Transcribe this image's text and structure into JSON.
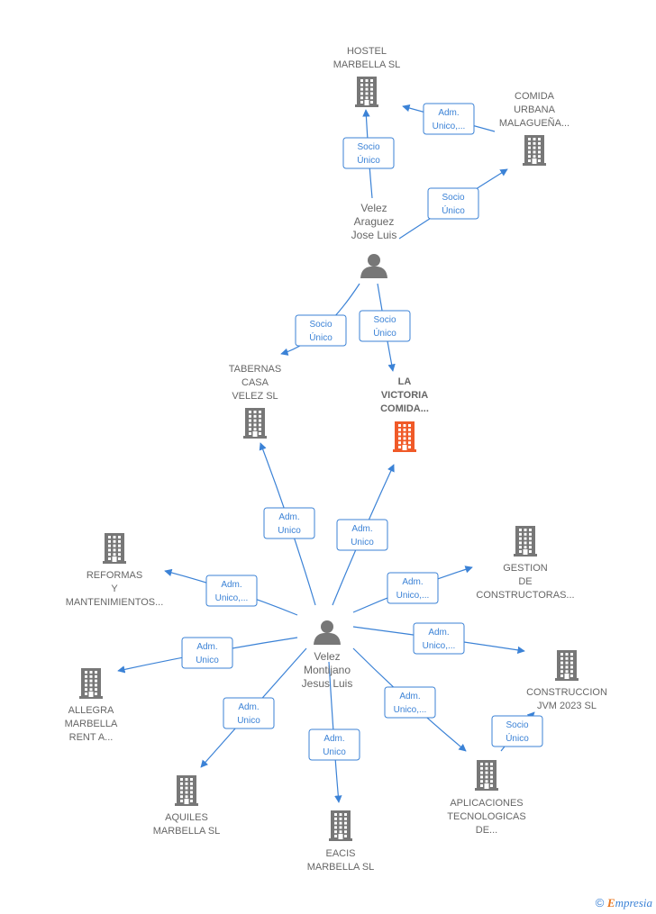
{
  "colors": {
    "company": "#777777",
    "highlight": "#f05a28",
    "person": "#777777",
    "edge": "#3b82d6"
  },
  "nodes": [
    {
      "id": "hostel",
      "kind": "company",
      "label": [
        "HOSTEL",
        "MARBELLA SL"
      ]
    },
    {
      "id": "comida_urbana",
      "kind": "company",
      "label": [
        "COMIDA",
        "URBANA",
        "MALAGUEÑA..."
      ]
    },
    {
      "id": "velez_araguez",
      "kind": "person",
      "label": [
        "Velez",
        "Araguez",
        "Jose Luis"
      ]
    },
    {
      "id": "tabernas",
      "kind": "company",
      "label": [
        "TABERNAS",
        "CASA",
        "VELEZ SL"
      ]
    },
    {
      "id": "la_victoria",
      "kind": "company",
      "highlight": true,
      "label": [
        "LA",
        "VICTORIA",
        "COMIDA..."
      ]
    },
    {
      "id": "reformas",
      "kind": "company",
      "label": [
        "REFORMAS",
        "Y",
        "MANTENIMIENTOS..."
      ]
    },
    {
      "id": "gestion",
      "kind": "company",
      "label": [
        "GESTION",
        "DE",
        "CONSTRUCTORAS..."
      ]
    },
    {
      "id": "velez_montijano",
      "kind": "person",
      "label": [
        "Velez",
        "Montijano",
        "Jesus Luis"
      ]
    },
    {
      "id": "allegra",
      "kind": "company",
      "label": [
        "ALLEGRA",
        "MARBELLA",
        "RENT A..."
      ]
    },
    {
      "id": "construccion",
      "kind": "company",
      "label": [
        "CONSTRUCCION",
        "JVM 2023 SL"
      ]
    },
    {
      "id": "aquiles",
      "kind": "company",
      "label": [
        "AQUILES",
        "MARBELLA SL"
      ]
    },
    {
      "id": "eacis",
      "kind": "company",
      "label": [
        "EACIS",
        "MARBELLA SL"
      ]
    },
    {
      "id": "aplicaciones",
      "kind": "company",
      "label": [
        "APLICACIONES",
        "TECNOLOGICAS",
        "DE..."
      ]
    }
  ],
  "edges": [
    {
      "from": "velez_araguez",
      "to": "hostel",
      "label": [
        "Socio",
        "Único"
      ]
    },
    {
      "from": "comida_urbana",
      "to": "hostel",
      "label": [
        "Adm.",
        "Unico,..."
      ]
    },
    {
      "from": "velez_araguez",
      "to": "comida_urbana",
      "label": [
        "Socio",
        "Único"
      ]
    },
    {
      "from": "velez_araguez",
      "to": "tabernas",
      "label": [
        "Socio",
        "Único"
      ]
    },
    {
      "from": "velez_araguez",
      "to": "la_victoria",
      "label": [
        "Socio",
        "Único"
      ]
    },
    {
      "from": "velez_montijano",
      "to": "tabernas",
      "label": [
        "Adm.",
        "Unico"
      ]
    },
    {
      "from": "velez_montijano",
      "to": "la_victoria",
      "label": [
        "Adm.",
        "Unico"
      ]
    },
    {
      "from": "velez_montijano",
      "to": "reformas",
      "label": [
        "Adm.",
        "Unico,..."
      ]
    },
    {
      "from": "velez_montijano",
      "to": "gestion",
      "label": [
        "Adm.",
        "Unico,..."
      ]
    },
    {
      "from": "velez_montijano",
      "to": "allegra",
      "label": [
        "Adm.",
        "Unico"
      ]
    },
    {
      "from": "velez_montijano",
      "to": "construccion",
      "label": [
        "Adm.",
        "Unico,..."
      ]
    },
    {
      "from": "velez_montijano",
      "to": "aquiles",
      "label": [
        "Adm.",
        "Unico"
      ]
    },
    {
      "from": "velez_montijano",
      "to": "eacis",
      "label": [
        "Adm.",
        "Unico"
      ]
    },
    {
      "from": "velez_montijano",
      "to": "aplicaciones",
      "label": [
        "Adm.",
        "Unico,..."
      ]
    },
    {
      "from": "aplicaciones",
      "to": "construccion",
      "label": [
        "Socio",
        "Único"
      ]
    }
  ],
  "footer": {
    "copyright": "©",
    "brand_initial": "E",
    "brand_rest": "mpresia"
  }
}
